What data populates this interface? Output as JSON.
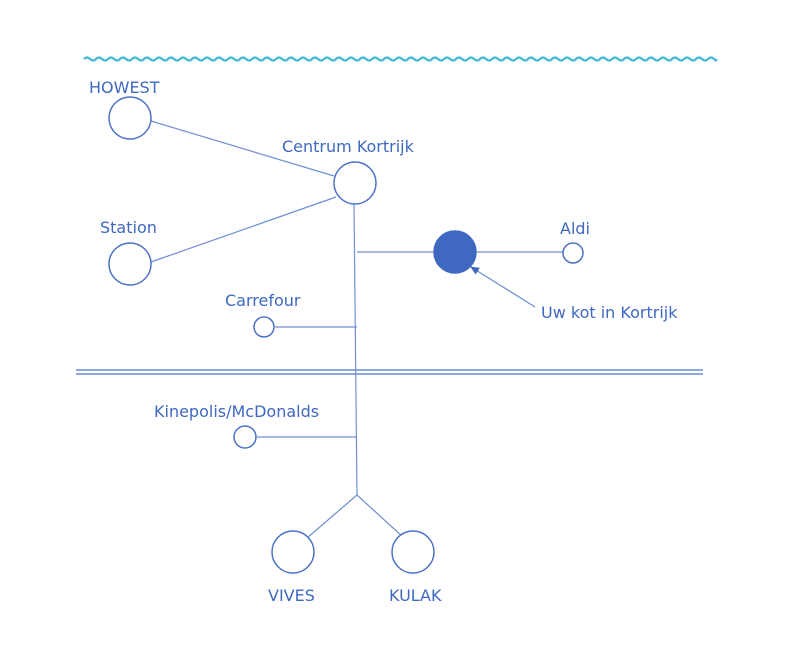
{
  "map": {
    "places": [
      {
        "id": "howest",
        "label": "HOWEST"
      },
      {
        "id": "centrum",
        "label": "Centrum Kortrijk"
      },
      {
        "id": "station",
        "label": "Station"
      },
      {
        "id": "aldi",
        "label": "Aldi"
      },
      {
        "id": "carrefour",
        "label": "Carrefour"
      },
      {
        "id": "kinepolis",
        "label": "Kinepolis/McDonalds"
      },
      {
        "id": "vives",
        "label": "VIVES"
      },
      {
        "id": "kulak",
        "label": "KULAK"
      }
    ],
    "home": {
      "label": "Uw kot in Kortrijk"
    },
    "colors": {
      "primary": "#3f68c0",
      "line": "#6f8fd0",
      "water": "#3fb6d9"
    }
  }
}
